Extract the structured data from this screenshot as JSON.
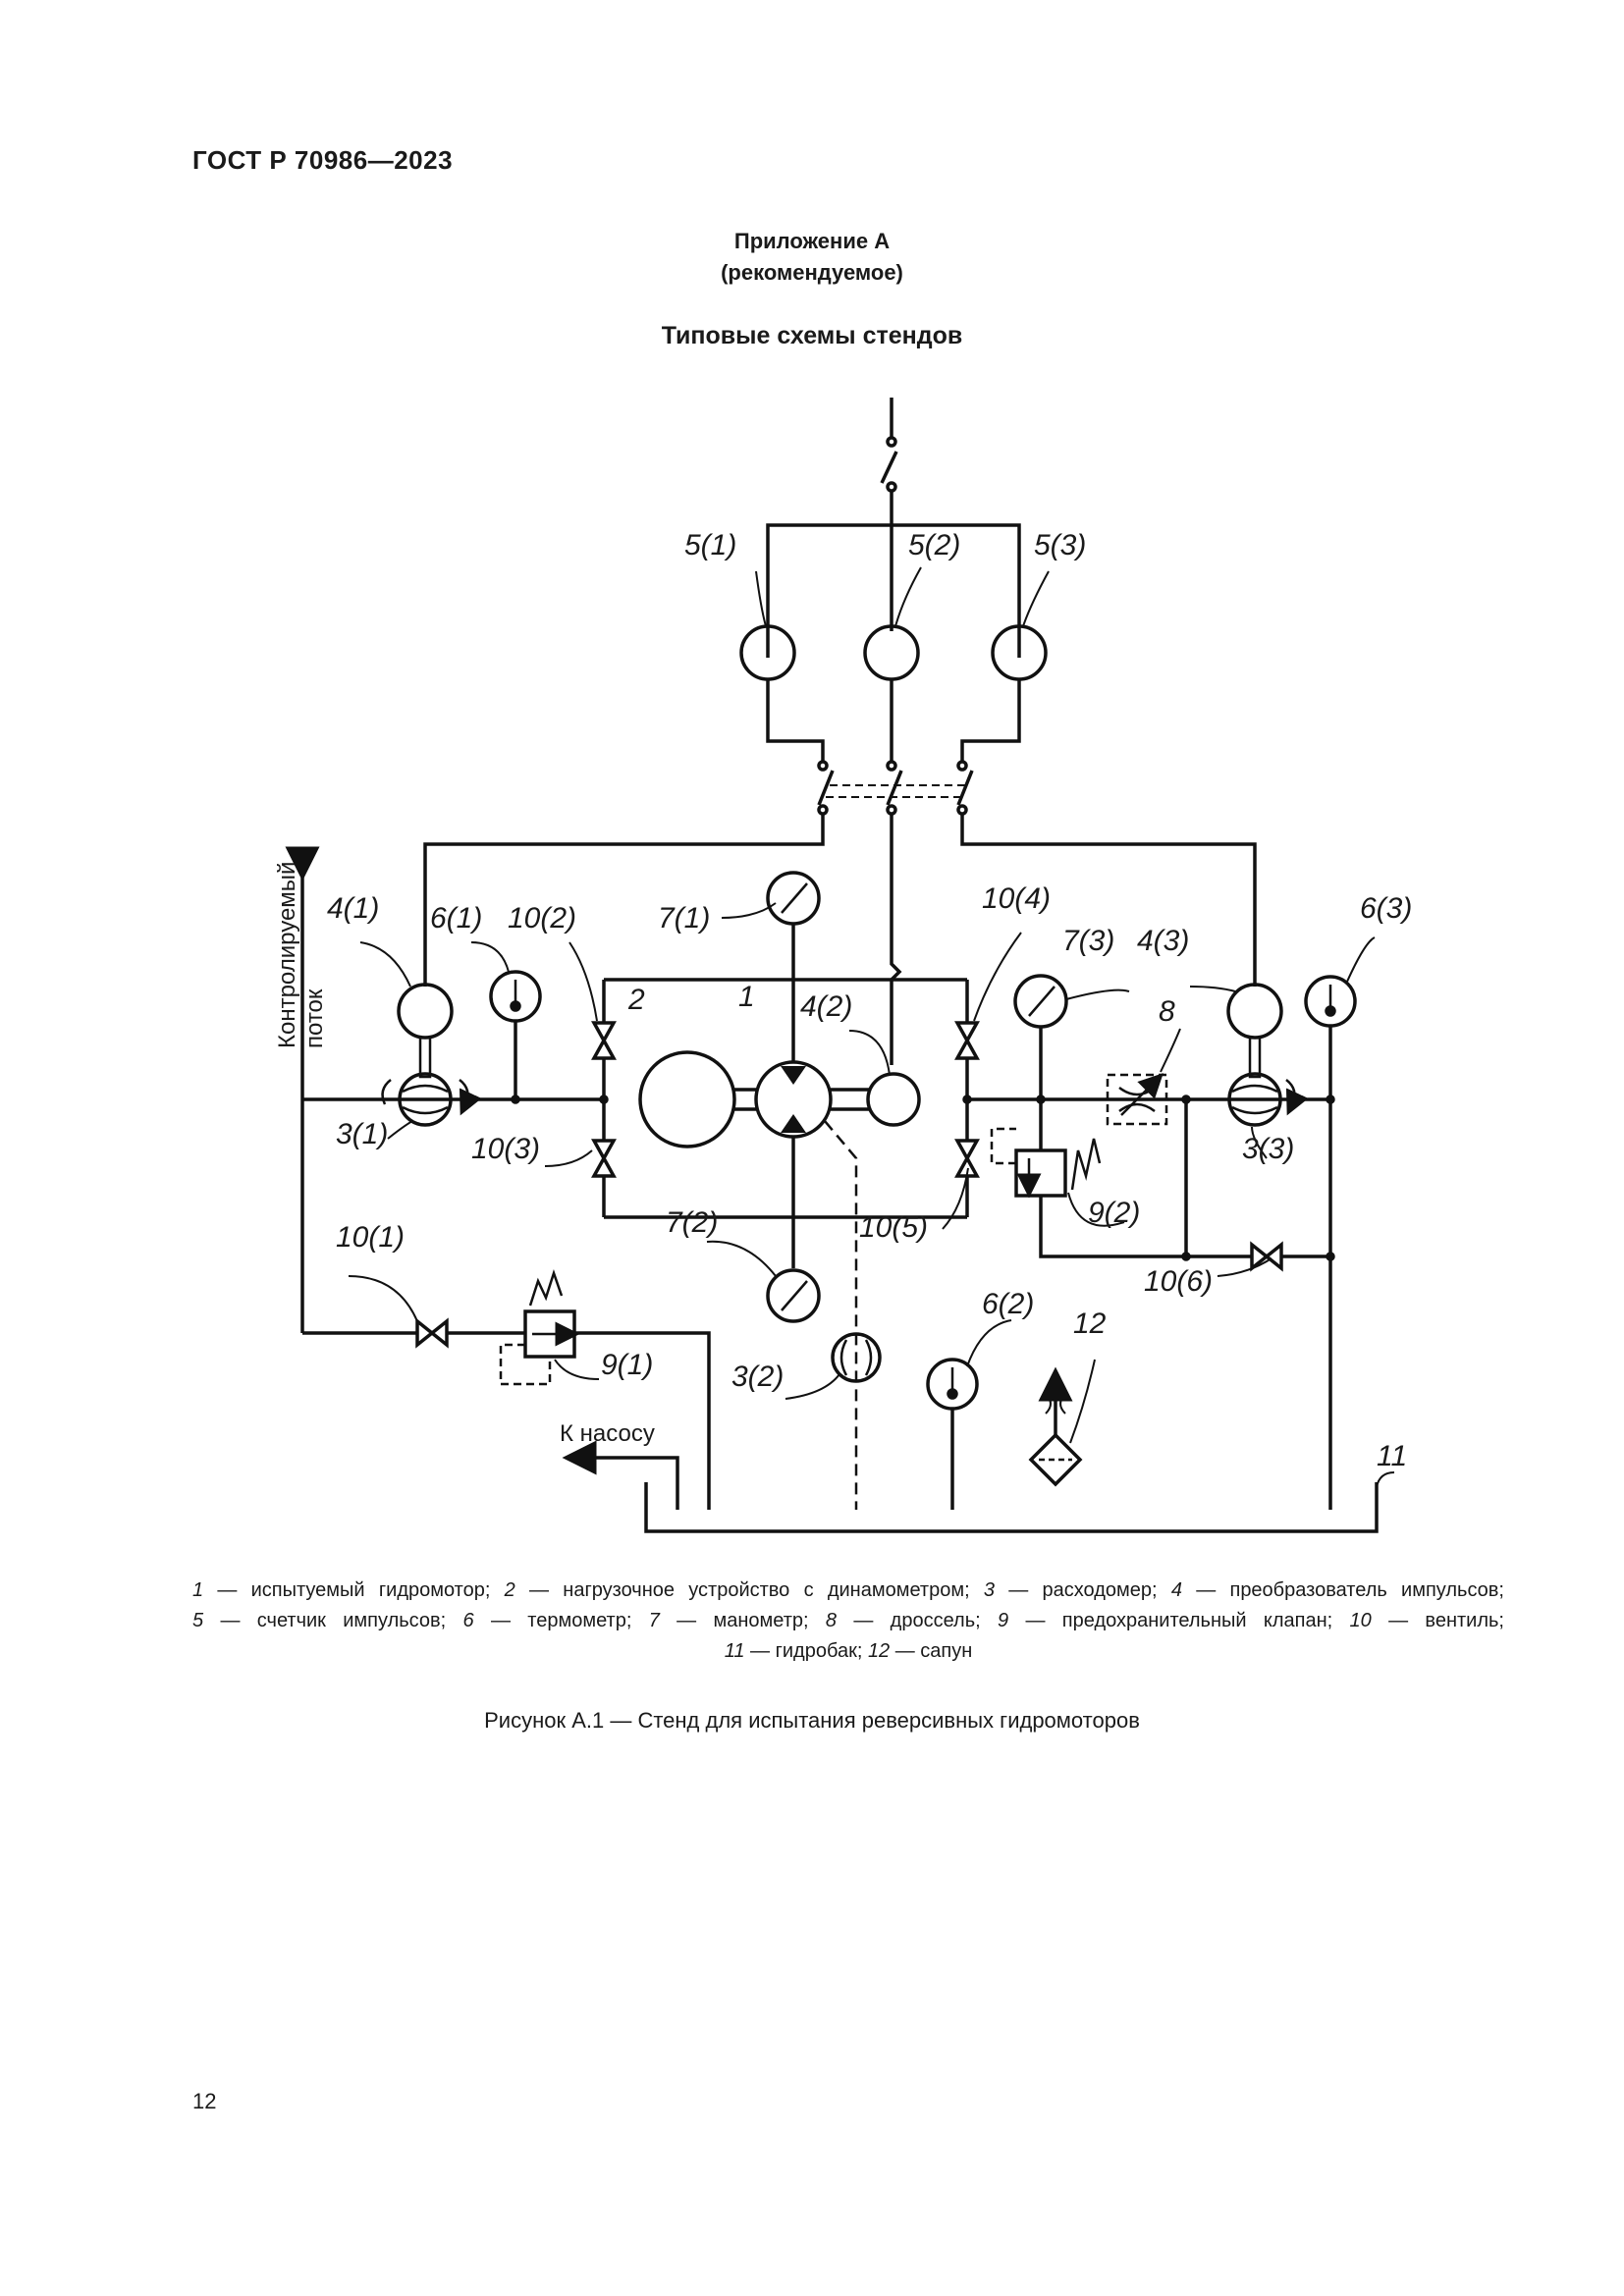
{
  "header": {
    "doc_id": "ГОСТ Р 70986—2023"
  },
  "appendix": {
    "line1": "Приложение А",
    "line2": "(рекомендуемое)"
  },
  "section_title": "Типовые схемы стендов",
  "diagram": {
    "labels": {
      "l5_1": "5(1)",
      "l5_2": "5(2)",
      "l5_3": "5(3)",
      "l4_1": "4(1)",
      "l6_1": "6(1)",
      "l10_2": "10(2)",
      "l7_1": "7(1)",
      "l10_4": "10(4)",
      "l7_3": "7(3)",
      "l4_3": "4(3)",
      "l6_3": "6(3)",
      "l2": "2",
      "l1": "1",
      "l4_2": "4(2)",
      "l8": "8",
      "l3_1": "3(1)",
      "l10_3": "10(3)",
      "l10_5": "10(5)",
      "l7_2": "7(2)",
      "l9_2": "9(2)",
      "l3_3": "3(3)",
      "l10_1": "10(1)",
      "l10_6": "10(6)",
      "l6_2": "6(2)",
      "l12": "12",
      "l9_1": "9(1)",
      "l3_2": "3(2)",
      "l11": "11"
    },
    "side_label_1": "Контролируемый",
    "side_label_2": "поток",
    "pump_label": "К насосу"
  },
  "legend": {
    "line1": [
      {
        "num": "1",
        "text": " — испытуемый гидромотор; "
      },
      {
        "num": "2",
        "text": " — нагрузочное устройство с динамометром; "
      },
      {
        "num": "3",
        "text": " — расходомер; "
      },
      {
        "num": "4",
        "text": " — преобразователь импульсов;"
      }
    ],
    "line2": [
      {
        "num": "5",
        "text": " — счетчик импульсов; "
      },
      {
        "num": "6",
        "text": " — термометр; "
      },
      {
        "num": "7",
        "text": " — манометр; "
      },
      {
        "num": "8",
        "text": " — дроссель; "
      },
      {
        "num": "9",
        "text": " — предохранительный клапан; "
      },
      {
        "num": "10",
        "text": " — вентиль;"
      }
    ],
    "line3": [
      {
        "num": "11",
        "text": " — гидробак; "
      },
      {
        "num": "12",
        "text": " — сапун"
      }
    ]
  },
  "figure_caption": "Рисунок А.1 — Стенд для испытания реверсивных гидромоторов",
  "page_number": "12"
}
